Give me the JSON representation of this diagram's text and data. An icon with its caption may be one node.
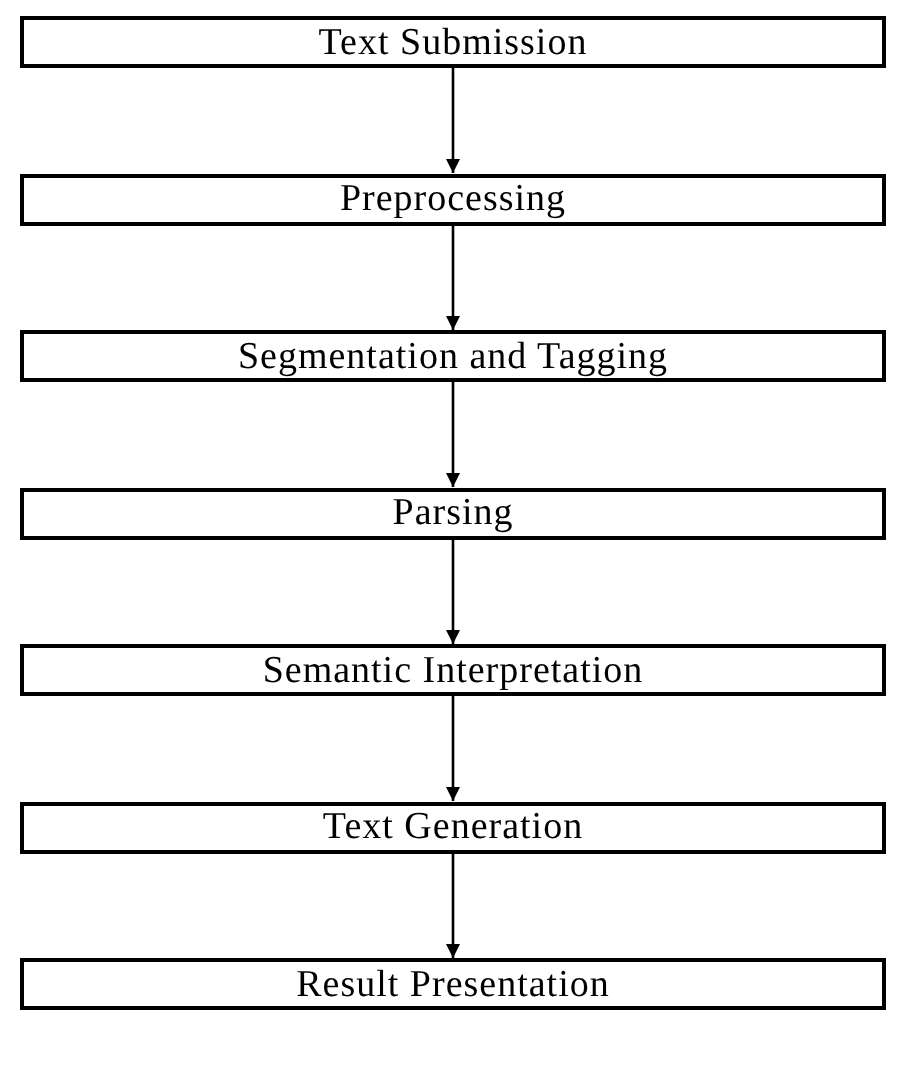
{
  "diagram": {
    "nodes": [
      {
        "text": [
          "Text Submission"
        ]
      },
      {
        "text": [
          "Preprocessing"
        ]
      },
      {
        "text": [
          "Segmentation and Tagging"
        ]
      },
      {
        "text": [
          "Parsing"
        ]
      },
      {
        "text": [
          "Semantic Interpretation"
        ]
      },
      {
        "text": [
          "Text Generation"
        ]
      },
      {
        "text": [
          "Result Presentation"
        ]
      }
    ],
    "edges": [
      {
        "from": 0,
        "to": 1,
        "arrow": "to"
      },
      {
        "from": 1,
        "to": 2,
        "arrow": "to"
      },
      {
        "from": 2,
        "to": 3,
        "arrow": "to"
      },
      {
        "from": 3,
        "to": 4,
        "arrow": "to"
      },
      {
        "from": 4,
        "to": 5,
        "arrow": "to"
      },
      {
        "from": 5,
        "to": 6,
        "arrow": "to"
      }
    ]
  }
}
